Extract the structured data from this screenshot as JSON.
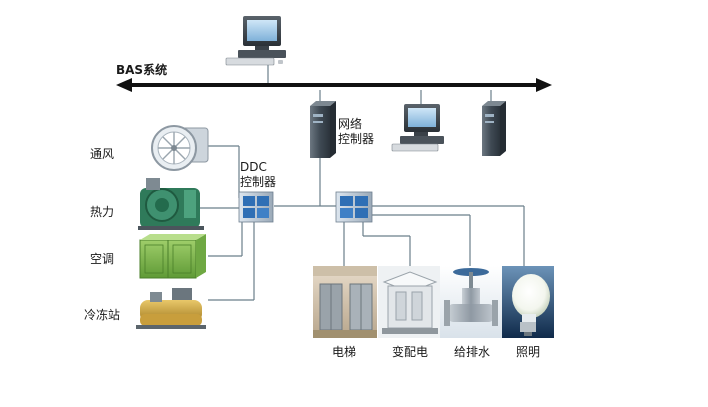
{
  "bus_label": "BAS系统",
  "network_controller": {
    "line1": "网络",
    "line2": "控制器"
  },
  "ddc_controller": {
    "line1": "DDC",
    "line2": "控制器"
  },
  "left_devices": [
    {
      "id": "ventilation",
      "label": "通风",
      "icon": "fan-icon"
    },
    {
      "id": "heating",
      "label": "热力",
      "icon": "boiler-icon"
    },
    {
      "id": "air-conditioning",
      "label": "空调",
      "icon": "ac-unit-icon"
    },
    {
      "id": "cold-station",
      "label": "冷冻站",
      "icon": "chiller-icon"
    }
  ],
  "bottom_devices": [
    {
      "id": "elevator",
      "label": "电梯",
      "icon": "elevator-icon"
    },
    {
      "id": "power-distribution",
      "label": "变配电",
      "icon": "substation-icon"
    },
    {
      "id": "water-supply-drainage",
      "label": "给排水",
      "icon": "valve-icon"
    },
    {
      "id": "lighting",
      "label": "照明",
      "icon": "light-bulb-icon"
    }
  ],
  "colors": {
    "bus": "#111111",
    "wire": "#6b7f8a",
    "ddc_blue": "#2f6fb5",
    "tower": "#4a5560"
  }
}
